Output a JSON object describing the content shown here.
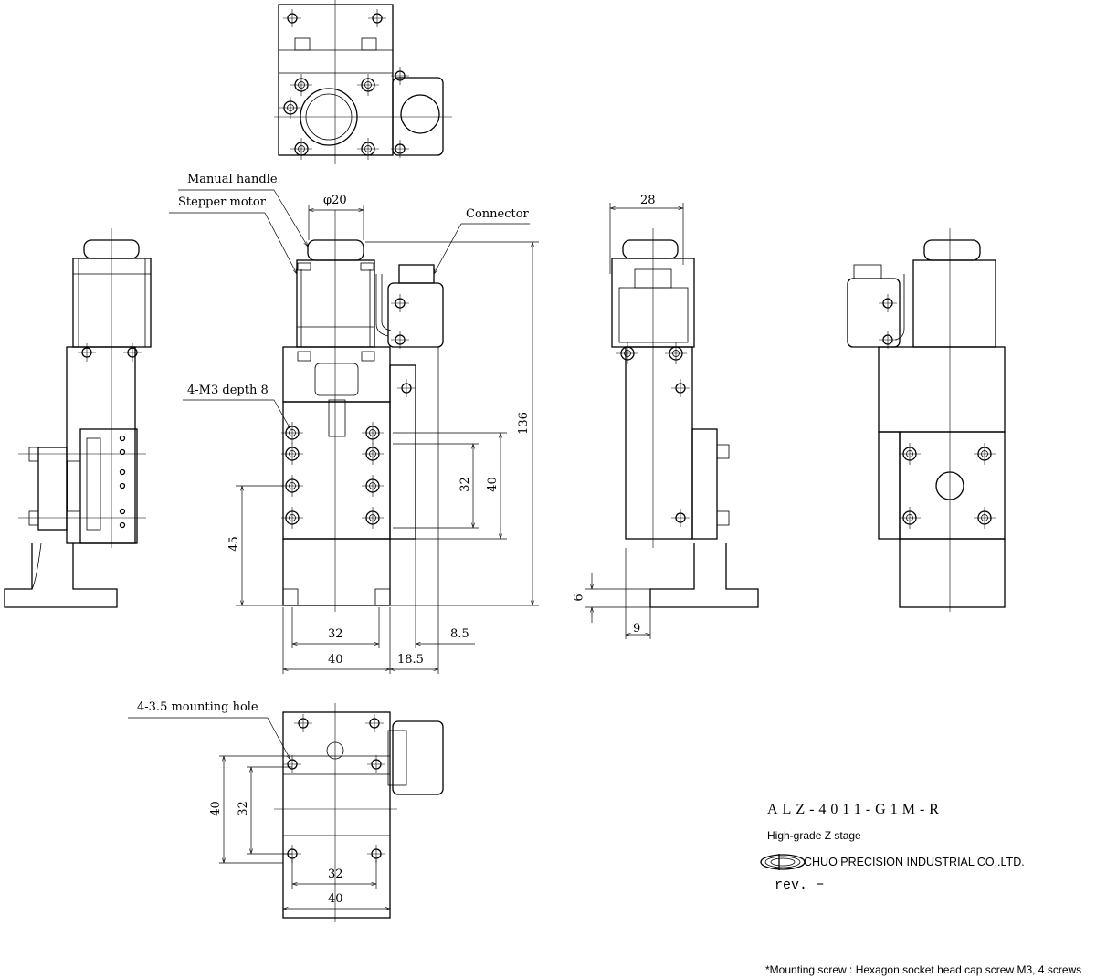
{
  "callouts": {
    "manual_handle": "Manual handle",
    "stepper_motor": "Stepper motor",
    "connector": "Connector",
    "tapped_holes": "4-M3 depth 8",
    "mounting_holes": "4-3.5 mounting hole"
  },
  "dimensions": {
    "handle_diameter": "φ20",
    "overall_height": "136",
    "hole_pitch_v_outer": "40",
    "hole_pitch_v_inner": "32",
    "table_height": "45",
    "hole_pitch_h": "32",
    "width": "40",
    "connector_offset": "18.5",
    "rail_offset": "8.5",
    "side_width": "28",
    "base_thickness": "6",
    "base_offset": "9",
    "bottom_v_outer": "40",
    "bottom_v_inner": "32",
    "bottom_h_inner": "32",
    "bottom_h_outer": "40"
  },
  "title_block": {
    "model": "ALZ-4011-G1M-R",
    "description": "High-grade Z stage",
    "company": "CHUO PRECISION INDUSTRIAL CO,.LTD.",
    "revision": "rev. −"
  },
  "note": "*Mounting screw : Hexagon socket head cap screw M3, 4 screws"
}
